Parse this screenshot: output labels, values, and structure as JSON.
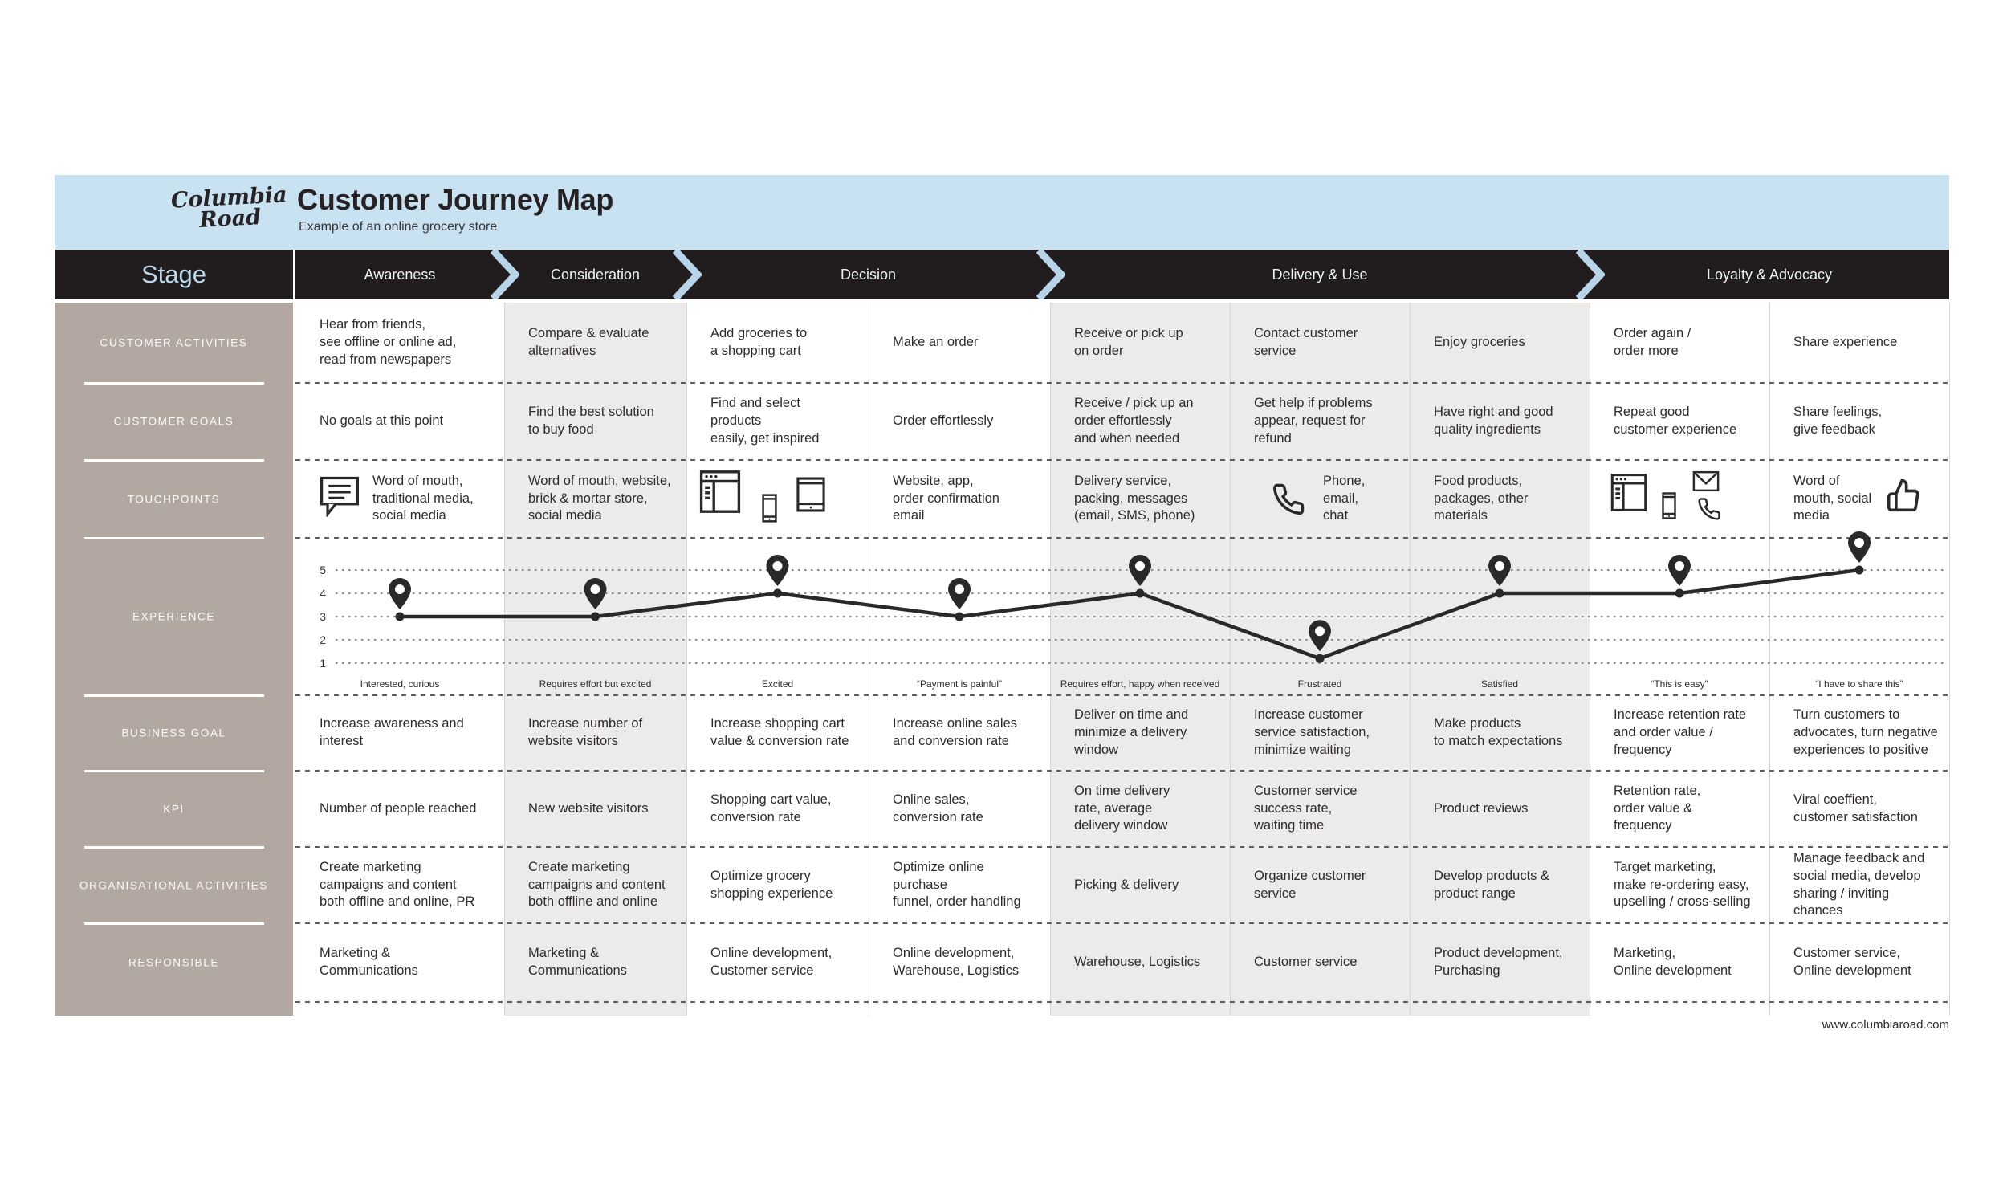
{
  "header": {
    "logo_line1": "Columbia",
    "logo_line2": "Road",
    "title": "Customer Journey Map",
    "subtitle": "Example of an online grocery store"
  },
  "stage": {
    "label": "Stage",
    "stages": [
      {
        "label": "Awareness",
        "columns": 1
      },
      {
        "label": "Consideration",
        "columns": 1
      },
      {
        "label": "Decision",
        "columns": 2
      },
      {
        "label": "Delivery & Use",
        "columns": 3
      },
      {
        "label": "Loyalty & Advocacy",
        "columns": 2
      }
    ]
  },
  "row_labels": [
    "CUSTOMER ACTIVITIES",
    "CUSTOMER GOALS",
    "TOUCHPOINTS",
    "EXPERIENCE",
    "BUSINESS GOAL",
    "KPI",
    "ORGANISATIONAL ACTIVITIES",
    "RESPONSIBLE"
  ],
  "experience_scale": [
    "5",
    "4",
    "3",
    "2",
    "1"
  ],
  "columns": [
    {
      "stage": "Awareness",
      "customer_activities": "Hear from friends,\nsee offline or online ad,\nread from newspapers",
      "customer_goals": "No goals at this point",
      "touchpoints": {
        "text": "Word of mouth,\ntraditional media,\nsocial media",
        "icons": [
          "speech-bubble"
        ]
      },
      "experience": {
        "value": 3,
        "mood": "Interested, curious"
      },
      "business_goal": "Increase awareness and\ninterest",
      "kpi": "Number of people reached",
      "organisational_activities": "Create marketing\ncampaigns and content\nboth offline and online, PR",
      "responsible": "Marketing &\nCommunications"
    },
    {
      "stage": "Consideration",
      "customer_activities": "Compare & evaluate\nalternatives",
      "customer_goals": "Find the best solution\nto buy food",
      "touchpoints": {
        "text": "Word of mouth, website,\nbrick & mortar store,\nsocial media",
        "icons": []
      },
      "experience": {
        "value": 3,
        "mood": "Requires effort but excited"
      },
      "business_goal": "Increase number of\nwebsite visitors",
      "kpi": "New website visitors",
      "organisational_activities": "Create marketing\ncampaigns and content\nboth offline and online",
      "responsible": "Marketing &\nCommunications"
    },
    {
      "stage": "Decision",
      "customer_activities": "Add groceries to\na shopping cart",
      "customer_goals": "Find and select\nproducts\neasily, get inspired",
      "touchpoints": {
        "text": "",
        "icons": [
          "browser",
          "smartphone",
          "tablet"
        ]
      },
      "experience": {
        "value": 4,
        "mood": "Excited"
      },
      "business_goal": "Increase shopping cart\nvalue & conversion rate",
      "kpi": "Shopping cart value,\nconversion rate",
      "organisational_activities": "Optimize grocery\nshopping experience",
      "responsible": "Online development,\nCustomer service"
    },
    {
      "stage": "Decision",
      "customer_activities": "Make an order",
      "customer_goals": "Order effortlessly",
      "touchpoints": {
        "text": "Website, app,\norder confirmation\nemail",
        "icons": []
      },
      "experience": {
        "value": 3,
        "mood": "“Payment is painful”"
      },
      "business_goal": "Increase online sales\nand conversion rate",
      "kpi": "Online sales,\nconversion rate",
      "organisational_activities": "Optimize online\npurchase\nfunnel, order handling",
      "responsible": "Online development,\nWarehouse, Logistics"
    },
    {
      "stage": "Delivery & Use",
      "customer_activities": "Receive or pick up\non order",
      "customer_goals": "Receive / pick up an\norder effortlessly\nand when needed",
      "touchpoints": {
        "text": "Delivery service,\npacking, messages\n(email, SMS, phone)",
        "icons": []
      },
      "experience": {
        "value": 4,
        "mood": "Requires effort, happy when received"
      },
      "business_goal": "Deliver on time and\nminimize a delivery\nwindow",
      "kpi": "On time delivery\nrate, average\ndelivery window",
      "organisational_activities": "Picking & delivery",
      "responsible": "Warehouse, Logistics"
    },
    {
      "stage": "Delivery & Use",
      "customer_activities": "Contact customer\nservice",
      "customer_goals": "Get help if problems\nappear, request for\nrefund",
      "touchpoints": {
        "text": "Phone,\nemail,\nchat",
        "icons": [
          "phone-handset"
        ]
      },
      "experience": {
        "value": 1.2,
        "mood": "Frustrated"
      },
      "business_goal": "Increase customer\nservice satisfaction,\nminimize waiting",
      "kpi": "Customer service\nsuccess rate,\nwaiting time",
      "organisational_activities": "Organize customer\nservice",
      "responsible": "Customer service"
    },
    {
      "stage": "Delivery & Use",
      "customer_activities": "Enjoy groceries",
      "customer_goals": "Have right and good\nquality ingredients",
      "touchpoints": {
        "text": "Food products,\npackages, other\nmaterials",
        "icons": []
      },
      "experience": {
        "value": 4,
        "mood": "Satisfied"
      },
      "business_goal": "Make products\nto match expectations",
      "kpi": "Product reviews",
      "organisational_activities": "Develop products &\nproduct range",
      "responsible": "Product development,\nPurchasing"
    },
    {
      "stage": "Loyalty & Advocacy",
      "customer_activities": "Order again /\norder more",
      "customer_goals": "Repeat good\ncustomer experience",
      "touchpoints": {
        "text": "",
        "icons": [
          "browser",
          "smartphone",
          "envelope",
          "phone-handset"
        ]
      },
      "experience": {
        "value": 4,
        "mood": "“This is easy”"
      },
      "business_goal": "Increase retention rate\nand order value /\nfrequency",
      "kpi": "Retention rate,\norder value &\nfrequency",
      "organisational_activities": "Target marketing,\nmake re-ordering easy,\nupselling / cross-selling",
      "responsible": "Marketing,\nOnline development"
    },
    {
      "stage": "Loyalty & Advocacy",
      "customer_activities": "Share experience",
      "customer_goals": "Share feelings,\ngive feedback",
      "touchpoints": {
        "text": "Word of\nmouth, social\nmedia",
        "icons": [
          "thumbs-up"
        ]
      },
      "experience": {
        "value": 5,
        "mood": "“I have to share this”"
      },
      "business_goal": "Turn customers to\nadvocates, turn negative\nexperiences to positive",
      "kpi": "Viral coeffient,\ncustomer satisfaction",
      "organisational_activities": "Manage feedback and\nsocial media, develop\nsharing / inviting chances",
      "responsible": "Customer service,\nOnline development"
    }
  ],
  "footer": {
    "website": "www.columbiaroad.com"
  },
  "colors": {
    "banner": "#c9e2f2",
    "bar": "#211d1e",
    "stage_text": "#bcd8ec",
    "chevron": "#b7d4e9",
    "sidebar": "#b2a7a1",
    "shaded_column": "#edebe9",
    "line": "#2b2828",
    "text": "#2e2b2a"
  }
}
